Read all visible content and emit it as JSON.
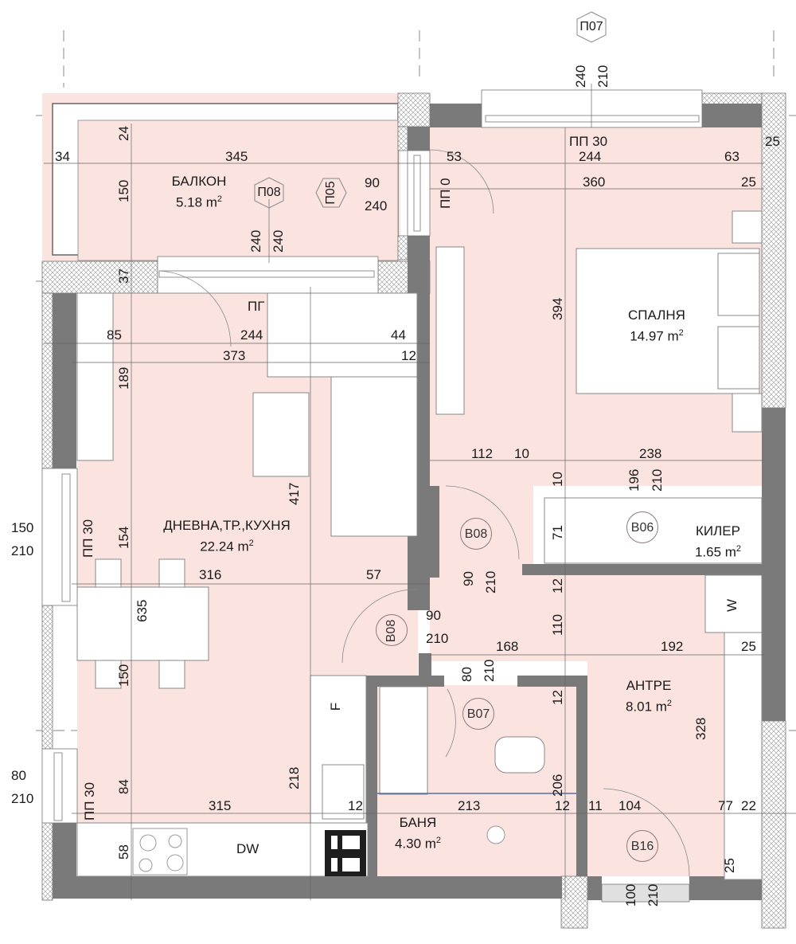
{
  "colors": {
    "floor": "#fbe3e0",
    "wall": "#7a7a7a",
    "insulation": "#ffffff",
    "furniture": "#ffffff",
    "line": "#555555"
  },
  "rooms": [
    {
      "id": "balcony",
      "name": "БАЛКОН",
      "area": "5.18 m",
      "sup": "2"
    },
    {
      "id": "living",
      "name": "ДНЕВНА,ТР.,КУХНЯ",
      "area": "22.24 m",
      "sup": "2"
    },
    {
      "id": "bedroom",
      "name": "СПАЛНЯ",
      "area": "14.97 m",
      "sup": "2"
    },
    {
      "id": "closet",
      "name": "КИЛЕР",
      "area": "1.65 m",
      "sup": "2"
    },
    {
      "id": "hall",
      "name": "АНТРЕ",
      "area": "8.01 m",
      "sup": "2"
    },
    {
      "id": "bath",
      "name": "БАНЯ",
      "area": "4.30 m",
      "sup": "2"
    }
  ],
  "tags": {
    "p07": "П07",
    "p08": "П08",
    "p05": "П05",
    "b08a": "В08",
    "b08b": "В08",
    "b06": "В06",
    "b07": "В07",
    "b16": "В16"
  },
  "appliances": {
    "fridge": "F",
    "dishwasher": "DW",
    "washer": "W"
  },
  "notes": {
    "pp30_top": "ПП 30",
    "pp0": "ПП 0",
    "pg": "ПГ",
    "pp30_left1": "ПП 30",
    "pp30_left2": "ПП 30"
  },
  "dims": {
    "top_240": "240",
    "top_210": "210",
    "b_34": "34",
    "b_345": "345",
    "b_24": "24",
    "b_150": "150",
    "p08_240a": "240",
    "p08_240b": "240",
    "p05_90": "90",
    "p05_240": "240",
    "br_53": "53",
    "br_244": "244",
    "br_63": "63",
    "br_25a": "25",
    "br_360": "360",
    "br_25b": "25",
    "l_37": "37",
    "l_85": "85",
    "l_244": "244",
    "l_44": "44",
    "l_373": "373",
    "l_12": "12",
    "l_189": "189",
    "l_417": "417",
    "br_394": "394",
    "br_112": "112",
    "br_10a": "10",
    "br_238": "238",
    "br_10b": "10",
    "k_196": "196",
    "k_210": "210",
    "win_150": "150",
    "win_210": "210",
    "l_154": "154",
    "l_316": "316",
    "l_57": "57",
    "l_635": "635",
    "d_90a": "90",
    "d_210a": "210",
    "k_71": "71",
    "h_12a": "12",
    "h_110": "110",
    "d_90b": "90",
    "d_210b": "210",
    "h_168": "168",
    "h_192": "192",
    "h_25": "25",
    "l_150b": "150",
    "d_80": "80",
    "d_210c": "210",
    "h_12b": "12",
    "h_328": "328",
    "win2_80": "80",
    "win2_210": "210",
    "l_84": "84",
    "l_218": "218",
    "l_315": "315",
    "k_12": "12",
    "bt_213": "213",
    "bt_206": "206",
    "bt_12": "12",
    "h_11": "11",
    "h_104": "104",
    "h_77": "77",
    "h_22": "22",
    "k_58": "58",
    "h_25b": "25",
    "e_100": "100",
    "e_210": "210"
  }
}
